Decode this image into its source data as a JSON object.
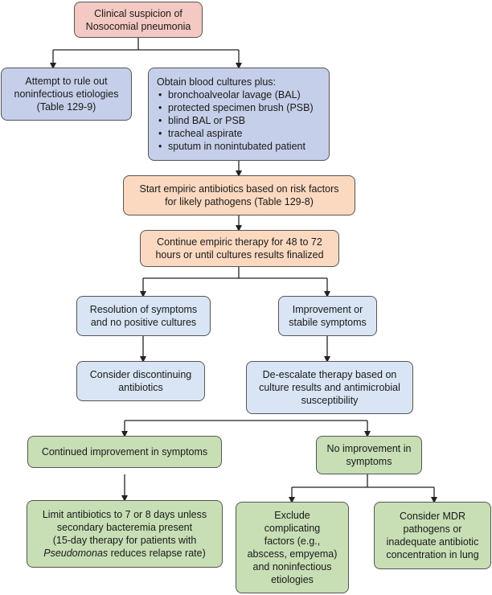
{
  "nodes": {
    "start": [
      "Clinical suspicion of",
      "Nosocomial pneumonia"
    ],
    "rule_out": [
      "Attempt to rule out",
      "noninfectious etiologies",
      "(Table 129-9)"
    ],
    "cultures_title": "Obtain blood cultures plus:",
    "cultures_items": [
      "bronchoalveolar lavage (BAL)",
      "protected specimen brush (PSB)",
      "blind BAL or PSB",
      "tracheal aspirate",
      "sputum in nonintubated patient"
    ],
    "empiric": [
      "Start empiric antibiotics based on risk factors",
      "for likely pathogens (Table 129-8)"
    ],
    "continue": [
      "Continue empiric therapy for 48 to 72",
      "hours or until cultures results finalized"
    ],
    "resolution": [
      "Resolution of symptoms",
      "and no positive cultures"
    ],
    "improvement": [
      "Improvement or",
      "stabile symptoms"
    ],
    "discontinue": [
      "Consider discontinuing",
      "antibiotics"
    ],
    "deescalate": [
      "De-escalate therapy based on",
      "culture results and antimicrobial",
      "susceptibility"
    ],
    "continued_improvement": "Continued improvement in symptoms",
    "no_improvement": [
      "No improvement in",
      "symptoms"
    ],
    "limit": [
      "Limit antibiotics to 7 or 8 days unless",
      "secondary bacteremia present",
      "(15-day therapy for patients with"
    ],
    "limit_italic": "Pseudomonas",
    "limit_tail": " reduces relapse rate)",
    "exclude": [
      "Exclude",
      "complicating",
      "factors (e.g.,",
      "abscess, empyema)",
      "and noninfectious",
      "etiologies"
    ],
    "mdr": [
      "Consider MDR",
      "pathogens or",
      "inadequate antibiotic",
      "concentration in lung"
    ]
  },
  "colors": {
    "pink": "#f4c9c3",
    "blue": "#c6cfe9",
    "peach": "#fbd9c0",
    "light_blue": "#d9e5f4",
    "green": "#c8deb5"
  }
}
